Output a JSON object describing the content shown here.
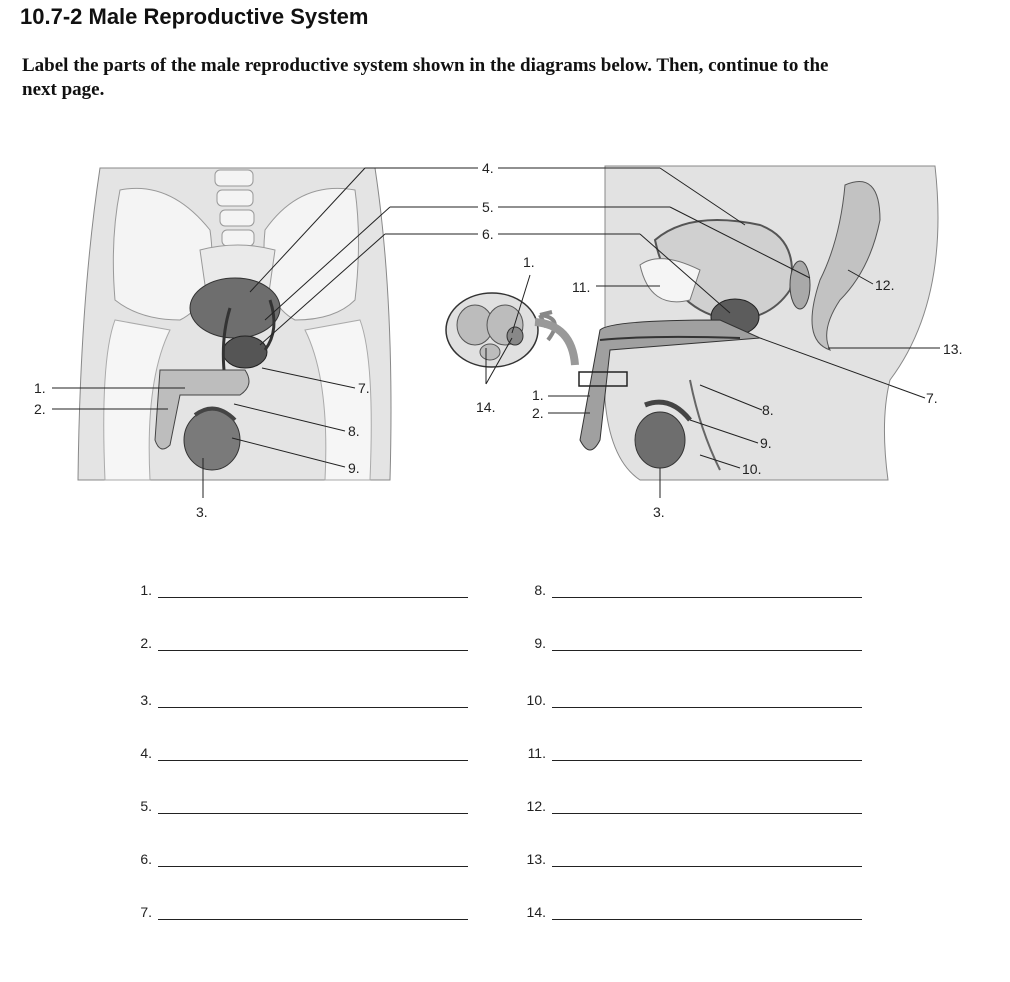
{
  "header": {
    "title": "10.7-2 Male Reproductive System",
    "instructions": "Label the parts of the male reproductive system shown in the diagrams below.  Then, continue to the next page."
  },
  "figure": {
    "front_labels": [
      "1.",
      "2.",
      "3.",
      "4.",
      "5.",
      "6.",
      "7.",
      "8.",
      "9."
    ],
    "cross_labels": [
      "1.",
      "14."
    ],
    "side_labels": [
      "1.",
      "2.",
      "3.",
      "7.",
      "8.",
      "9.",
      "10.",
      "11.",
      "12.",
      "13."
    ]
  },
  "answers": {
    "left": [
      "1.",
      "2.",
      "3.",
      "4.",
      "5.",
      "6.",
      "7."
    ],
    "right": [
      "8.",
      "9.",
      "10.",
      "11.",
      "12.",
      "13.",
      "14."
    ]
  }
}
